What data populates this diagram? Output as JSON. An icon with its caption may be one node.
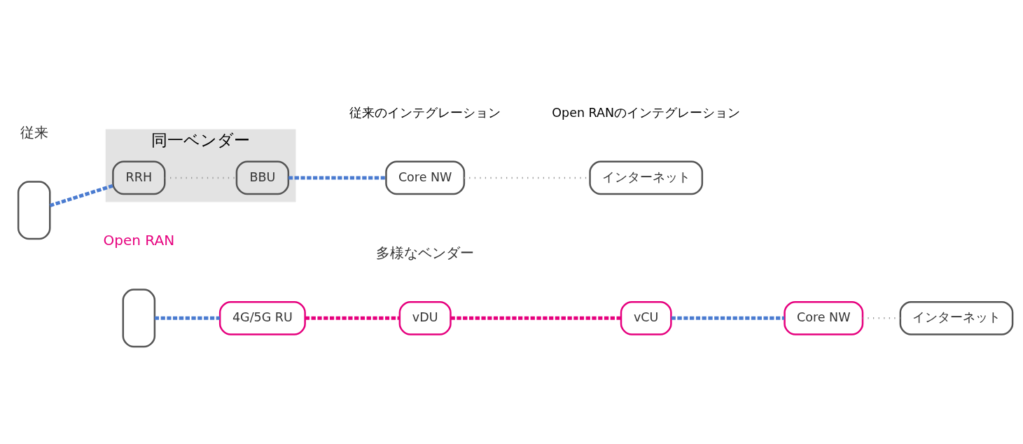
{
  "diagram": {
    "nodes": [
      {
        "text": [],
        "shape": "phone"
      },
      {
        "text": [
          "同一ベンダー"
        ]
      },
      {
        "text": [
          "RRH"
        ],
        "in": 1
      },
      {
        "text": [
          "BBU"
        ],
        "in": 1
      },
      {
        "text": [
          "Core NW"
        ]
      },
      {
        "text": [
          "インターネット"
        ]
      },
      {
        "text": [],
        "shape": "phone"
      },
      {
        "text": [
          "4G/5G RU"
        ]
      },
      {
        "text": [
          "vDU"
        ]
      },
      {
        "text": [
          "vCU"
        ]
      },
      {
        "text": [
          "Core NW"
        ]
      },
      {
        "text": [
          "インターネット"
        ]
      }
    ],
    "edges": [
      {
        "from": 0,
        "to": 2,
        "arrow": "none",
        "style": "dashed",
        "color": "#4a7bd0"
      },
      {
        "from": 2,
        "to": 3,
        "arrow": "none",
        "color": "#999999"
      },
      {
        "from": 3,
        "to": 4,
        "arrow": "none",
        "style": "dashed",
        "color": "#4a7bd0"
      },
      {
        "from": 4,
        "to": 5,
        "arrow": "none",
        "color": "#999999"
      },
      {
        "from": 6,
        "to": 7,
        "arrow": "none",
        "style": "dashed",
        "color": "#4a7bd0"
      },
      {
        "from": 7,
        "to": 8,
        "arrow": "none",
        "style": "dashed",
        "color": "#e6007e"
      },
      {
        "from": 8,
        "to": 9,
        "arrow": "none",
        "style": "dashed",
        "color": "#e6007e"
      },
      {
        "from": 9,
        "to": 10,
        "arrow": "none",
        "style": "dashed",
        "color": "#4a7bd0"
      },
      {
        "from": 10,
        "to": 11,
        "arrow": "none",
        "color": "#999999"
      }
    ],
    "labels": [
      "従来",
      "Open RAN",
      "多様なベンダー"
    ],
    "legend": [
      {
        "text": "従来のインテグレーション"
      },
      {
        "text": "Open RANのインテグレーション"
      }
    ]
  }
}
